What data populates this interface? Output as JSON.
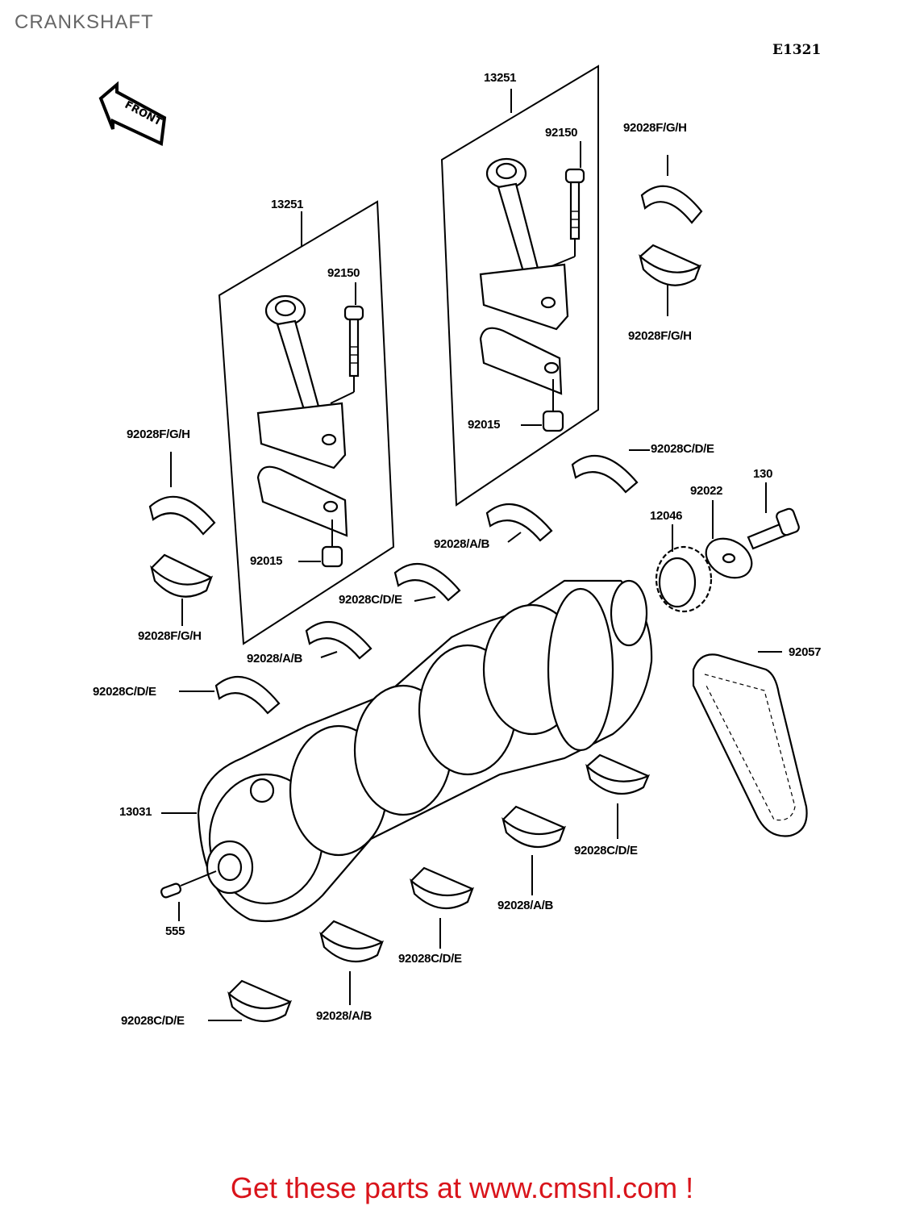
{
  "page": {
    "title": "CRANKSHAFT",
    "diagram_code": "E1321",
    "front_arrow_label": "FRONT",
    "footer_link": "Get these parts at www.cmsnl.com !"
  },
  "labels": {
    "rod_assy_left": "13251",
    "rod_assy_right": "13251",
    "bolt_left": "92150",
    "bolt_right": "92150",
    "nut_left": "92015",
    "nut_right": "92015",
    "bearing_fgh_1": "92028F/G/H",
    "bearing_fgh_2": "92028F/G/H",
    "bearing_fgh_3": "92028F/G/H",
    "bearing_fgh_4": "92028F/G/H",
    "bearing_cde_1": "92028C/D/E",
    "bearing_cde_2": "92028C/D/E",
    "bearing_cde_3": "92028C/D/E",
    "bearing_cde_4": "92028C/D/E",
    "bearing_cde_5": "92028C/D/E",
    "bearing_cde_6": "92028C/D/E",
    "bearing_ab_1": "92028/A/B",
    "bearing_ab_2": "92028/A/B",
    "bearing_ab_3": "92028/A/B",
    "bearing_ab_4": "92028/A/B",
    "sprocket": "12046",
    "washer": "92022",
    "bolt_130": "130",
    "chain": "92057",
    "crankshaft": "13031",
    "pin": "555"
  },
  "colors": {
    "footer_link": "#d9141b",
    "title": "#666666",
    "line_art": "#000000"
  }
}
